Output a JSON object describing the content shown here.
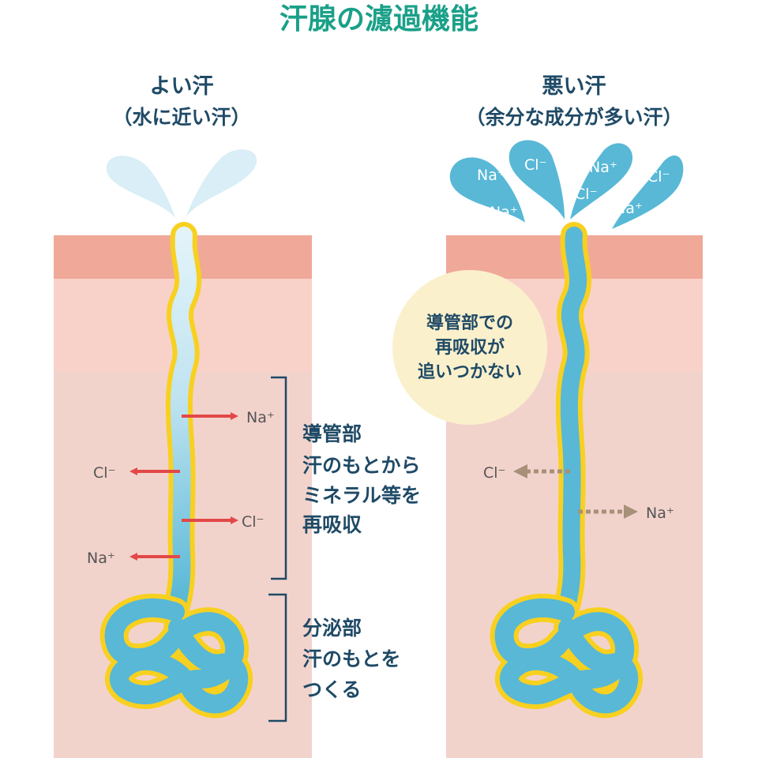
{
  "title": "汗腺の濾過機能",
  "left": {
    "heading": "よい汗",
    "subheading": "（水に近い汗）",
    "ions": [
      "Na⁺",
      "Cl⁻",
      "Cl⁻",
      "Na⁺"
    ],
    "duct_label": [
      "導管部",
      "汗のもとから",
      "ミネラル等を",
      "再吸収"
    ],
    "gland_label": [
      "分泌部",
      "汗のもとを",
      "つくる"
    ]
  },
  "right": {
    "heading": "悪い汗",
    "subheading": "（余分な成分が多い汗）",
    "drop_ions": [
      "Na⁺",
      "Cl⁻",
      "Na⁺",
      "Cl⁻",
      "Na⁺",
      "Cl⁻",
      "Na⁺"
    ],
    "bubble": [
      "導管部での",
      "再吸収が",
      "追いつかない"
    ],
    "ions": [
      "Cl⁻",
      "Na⁺"
    ]
  },
  "colors": {
    "title": "#1aa088",
    "text": "#1f4a66",
    "skin_top": "#f0a898",
    "skin_mid": "#f8d2c8",
    "skin_deep": "#f2d3cc",
    "duct_blue": "#58b8d6",
    "duct_light": "#d4edf6",
    "outline_yellow": "#f8d020",
    "arrow_red": "#e24848",
    "arrow_dash": "#a89078",
    "bubble": "#faf0cc"
  }
}
